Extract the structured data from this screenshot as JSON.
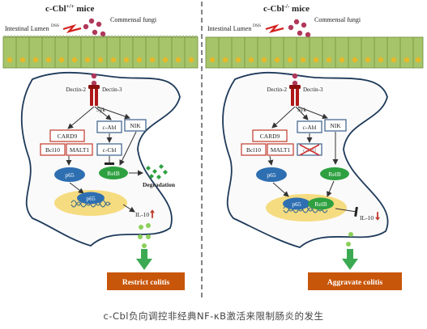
{
  "left": {
    "title_prefix": "c-Cbl",
    "title_sup": "+/+",
    "title_suffix": " mice",
    "lumen": "Intestinal Lumen",
    "dss": "DSS",
    "fungi": "Commensal fungi",
    "dectin2": "Dectin-2",
    "dectin3": "Dectin-3",
    "syk": "Syk",
    "card9": "CARD9",
    "bcl10": "Bcl10",
    "malt1": "MALT1",
    "cabl": "c-Abl",
    "nik": "NIK",
    "ccbl": "c-Cbl",
    "relb": "RelB",
    "p65_top": "p65",
    "p65_nuc": "p65",
    "degradation": "Degradation",
    "il10": "IL-10",
    "outcome": "Restrict colitis"
  },
  "right": {
    "title_prefix": "c-Cbl",
    "title_sup": "-/-",
    "title_suffix": " mice",
    "lumen": "Intestinal Lumen",
    "dss": "DSS",
    "fungi": "Commensal fungi",
    "dectin2": "Dectin-2",
    "dectin3": "Dectin-3",
    "syk": "Syk",
    "card9": "CARD9",
    "bcl10": "Bcl10",
    "malt1": "MALT1",
    "cabl": "c-Abl",
    "nik": "NIK",
    "ccbl": "c-Cbl",
    "relb": "RelB",
    "p65_top": "p65",
    "p65_nuc": "p65",
    "relb_nuc": "RelB",
    "il10": "IL-10",
    "outcome": "Aggravate colitis"
  },
  "caption": "c-Cbl负向调控非经典NF-κB激活来限制肠炎的发生",
  "colors": {
    "epithelium": "#a6c46a",
    "epithelium_dark": "#6e8c38",
    "nucleus": "#e8b828",
    "receptor": "#b01818",
    "fungi_dot": "#b0385a",
    "p65": "#2e6fb2",
    "relb": "#2ea040",
    "nucleus_halo": "#f6dc80",
    "il10_dot": "#8ccf5a",
    "card_border": "#c0392b",
    "kinase_border": "#3a5f8a",
    "outcome_bg": "#c8560a",
    "down_arrow": "#3caa52",
    "cross": "#d03030"
  }
}
